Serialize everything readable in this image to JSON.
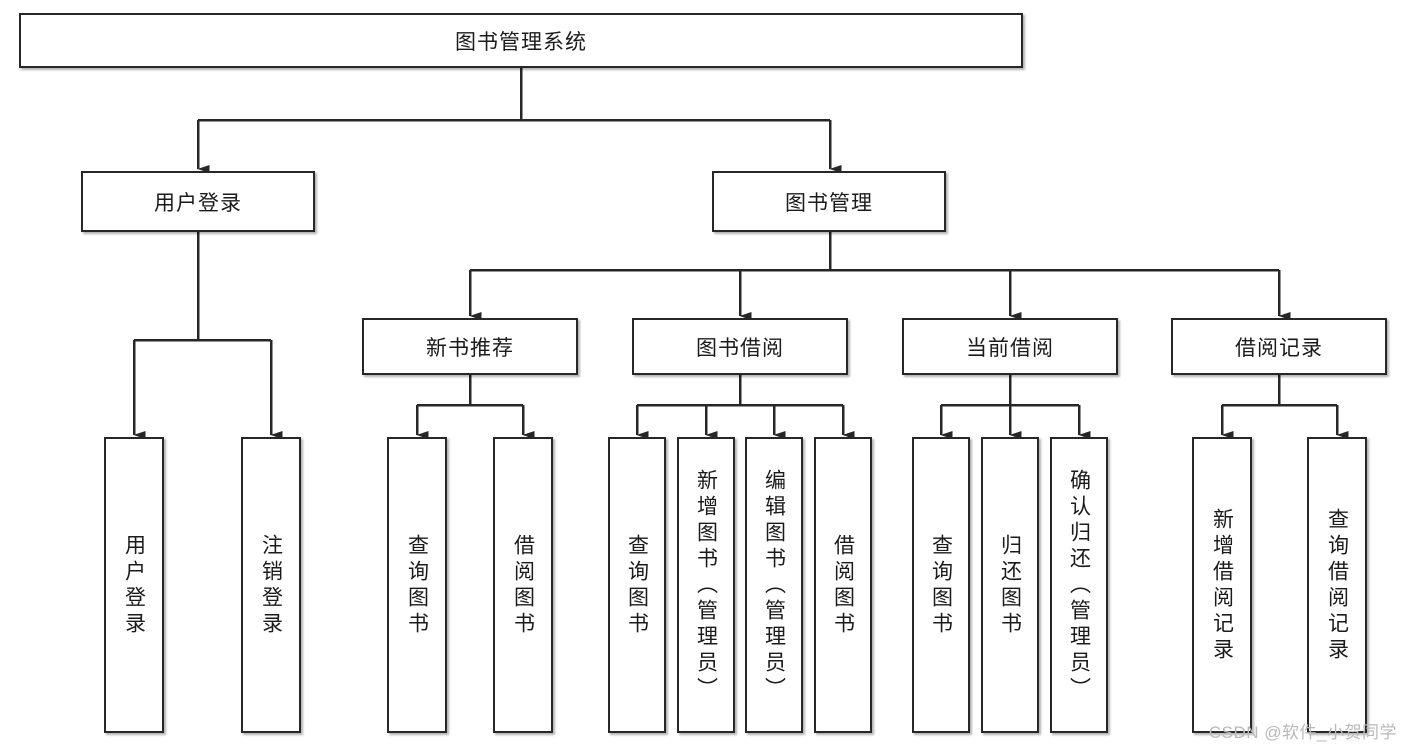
{
  "diagram": {
    "type": "tree-hierarchy",
    "title": "图书管理系统",
    "watermark": "CSDN @软件_小贺同学",
    "colors": {
      "box_border": "#272727",
      "box_fill": "#ffffff",
      "connector": "#272727",
      "text": "#1b1b1b",
      "watermark": "#b9b9b9",
      "background": "#ffffff"
    },
    "levels": {
      "root": {
        "label": "图书管理系统"
      },
      "level2": [
        {
          "id": "user-login",
          "label": "用户登录"
        },
        {
          "id": "book-management",
          "label": "图书管理"
        }
      ],
      "level3": [
        {
          "id": "new-book-recommend",
          "label": "新书推荐",
          "parent": "book-management"
        },
        {
          "id": "book-borrow",
          "label": "图书借阅",
          "parent": "book-management"
        },
        {
          "id": "current-borrow",
          "label": "当前借阅",
          "parent": "book-management"
        },
        {
          "id": "borrow-record",
          "label": "借阅记录",
          "parent": "book-management"
        }
      ],
      "leaves": [
        {
          "id": "leaf-user-login",
          "label": "用户登录",
          "parent": "user-login"
        },
        {
          "id": "leaf-logout-login",
          "label": "注销登录",
          "parent": "user-login"
        },
        {
          "id": "leaf-query-book-1",
          "label": "查询图书",
          "parent": "new-book-recommend"
        },
        {
          "id": "leaf-borrow-book-1",
          "label": "借阅图书",
          "parent": "new-book-recommend"
        },
        {
          "id": "leaf-query-book-2",
          "label": "查询图书",
          "parent": "book-borrow"
        },
        {
          "id": "leaf-add-book",
          "label": "新增图书（管理员）",
          "parent": "book-borrow"
        },
        {
          "id": "leaf-edit-book",
          "label": "编辑图书（管理员）",
          "parent": "book-borrow"
        },
        {
          "id": "leaf-borrow-book-2",
          "label": "借阅图书",
          "parent": "book-borrow"
        },
        {
          "id": "leaf-query-book-3",
          "label": "查询图书",
          "parent": "current-borrow"
        },
        {
          "id": "leaf-return-book",
          "label": "归还图书",
          "parent": "current-borrow"
        },
        {
          "id": "leaf-confirm-return",
          "label": "确认归还（管理员）",
          "parent": "current-borrow"
        },
        {
          "id": "leaf-add-record",
          "label": "新增借阅记录",
          "parent": "borrow-record"
        },
        {
          "id": "leaf-query-record",
          "label": "查询借阅记录",
          "parent": "borrow-record"
        }
      ]
    }
  }
}
